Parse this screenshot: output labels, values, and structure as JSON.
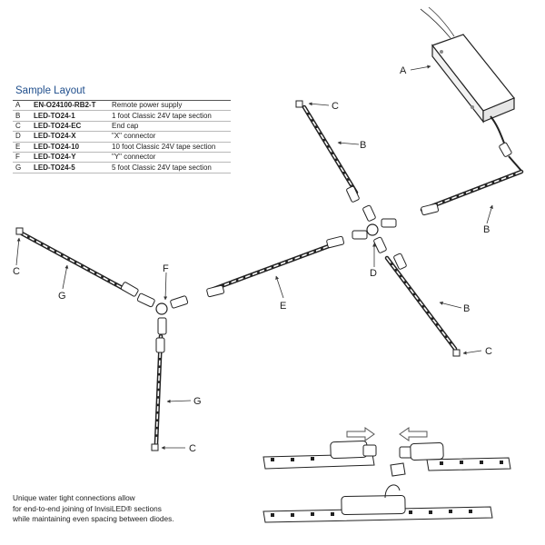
{
  "legend": {
    "title": "Sample Layout",
    "rows": [
      {
        "key": "A",
        "part": "EN-O24100-RB2-T",
        "desc": "Remote power supply"
      },
      {
        "key": "B",
        "part": "LED-TO24-1",
        "desc": "1 foot Classic 24V tape section"
      },
      {
        "key": "C",
        "part": "LED-TO24-EC",
        "desc": "End cap"
      },
      {
        "key": "D",
        "part": "LED-TO24-X",
        "desc": "\"X\" connector"
      },
      {
        "key": "E",
        "part": "LED-TO24-10",
        "desc": "10 foot Classic 24V tape section"
      },
      {
        "key": "F",
        "part": "LED-TO24-Y",
        "desc": "\"Y\" connector"
      },
      {
        "key": "G",
        "part": "LED-TO24-5",
        "desc": "5 foot Classic 24V tape section"
      }
    ]
  },
  "callouts": {
    "A": "A",
    "B1": "B",
    "B2": "B",
    "B3": "B",
    "C1": "C",
    "C2": "C",
    "C3": "C",
    "C4": "C",
    "D": "D",
    "E": "E",
    "F": "F",
    "G1": "G",
    "G2": "G"
  },
  "caption": [
    "Unique water tight connections allow",
    "for end-to-end joining of InvisiLED® sections",
    "while maintaining even spacing between diodes."
  ]
}
